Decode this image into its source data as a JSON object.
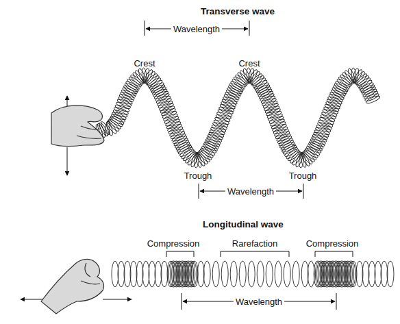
{
  "diagram": {
    "labels": [
      "Transverse wave",
      "Wavelength",
      "Crest",
      "Crest",
      "Trough",
      "Trough",
      "Wavelength",
      "Longitudinal wave",
      "Compression",
      "Rarefaction",
      "Compression",
      "Wavelength"
    ]
  }
}
